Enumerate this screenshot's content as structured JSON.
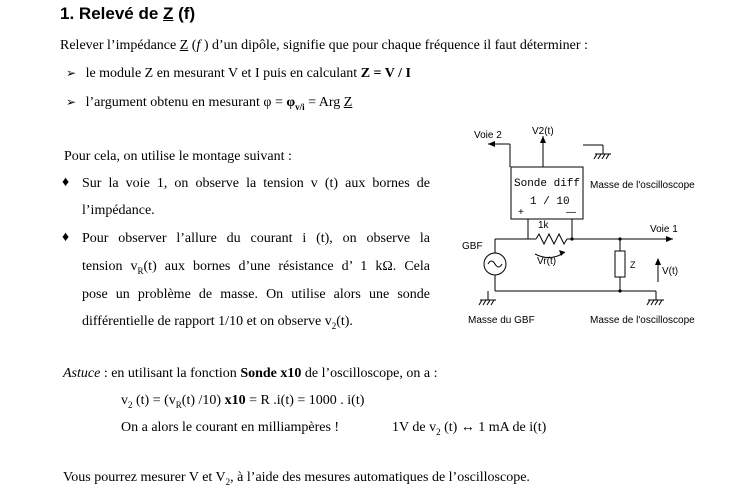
{
  "section": {
    "number": "1.",
    "title_before": "Relevé de ",
    "title_var": "Z",
    "title_after": " (f)"
  },
  "intro": {
    "t1": "Relever l’impédance ",
    "z": "Z",
    "t2": " (",
    "f": "f",
    "t3": " ) d’un dipôle, signifie que pour chaque fréquence il faut déterminer :"
  },
  "checks": [
    {
      "marker": "➢",
      "text": "le module Z en mesurant V et I puis en calculant ",
      "formula": "Z = V / I"
    },
    {
      "marker": "➢",
      "text": "l’argument obtenu en mesurant  φ = ",
      "phi": "φ",
      "phi_sub": "v/i",
      "eq": " = Arg ",
      "z": "Z"
    }
  ],
  "montage": {
    "intro": "Pour cela, on utilise le montage suivant :",
    "b1_marker": "♦",
    "b1_l1": "Sur la voie 1, on observe la tension v (t) aux bornes de",
    "b1_l2": "l’impédance.",
    "b2_marker": "♦",
    "b2_l1": "Pour observer l’allure du courant i (t), on observe la",
    "b2_l2a": "tension v",
    "b2_l2sub": "R",
    "b2_l2b": "(t) aux bornes d’une résistance d’ 1 kΩ. Cela",
    "b2_l3": "pose un problème de masse. On utilise alors une sonde",
    "b2_l4a": "différentielle de rapport 1/10 et on observe v",
    "b2_l4sub": "2",
    "b2_l4b": "(t)."
  },
  "circuit": {
    "voie2": "Voie 2",
    "v2t": "V2(t)",
    "sonde": "Sonde diff",
    "ratio": "1 / 10",
    "plus": "+",
    "minus": "—",
    "masse_osc_top": "Masse de l'oscilloscope",
    "r_label": "1k",
    "vr": "Vr(t)",
    "gbf": "GBF",
    "voie1": "Voie 1",
    "z": "Z",
    "vt": "V(t)",
    "masse_gbf": "Masse du GBF",
    "masse_osc_bottom": "Masse de l'oscilloscope"
  },
  "astuce": {
    "label": "Astuce",
    "t1": " : en utilisant la fonction ",
    "fn": "Sonde x10",
    "t2": " de l’oscilloscope, on a :",
    "eq_a": "v",
    "eq_a_sub": "2",
    "eq_b": " (t) = (v",
    "eq_b_sub": "R",
    "eq_c": "(t) /10) ",
    "eq_bold": "x10",
    "eq_d": " = R .i(t) = 1000 . i(t)",
    "note": "On a alors le courant en milliampères !",
    "corr_a": "1V de v",
    "corr_sub": "2",
    "corr_b": " (t) ↔ 1 mA de i(t)"
  },
  "footer": {
    "t1": "Vous pourrez mesurer V et V",
    "sub": "2",
    "t2": ", à l’aide des mesures automatiques de l’oscilloscope."
  }
}
